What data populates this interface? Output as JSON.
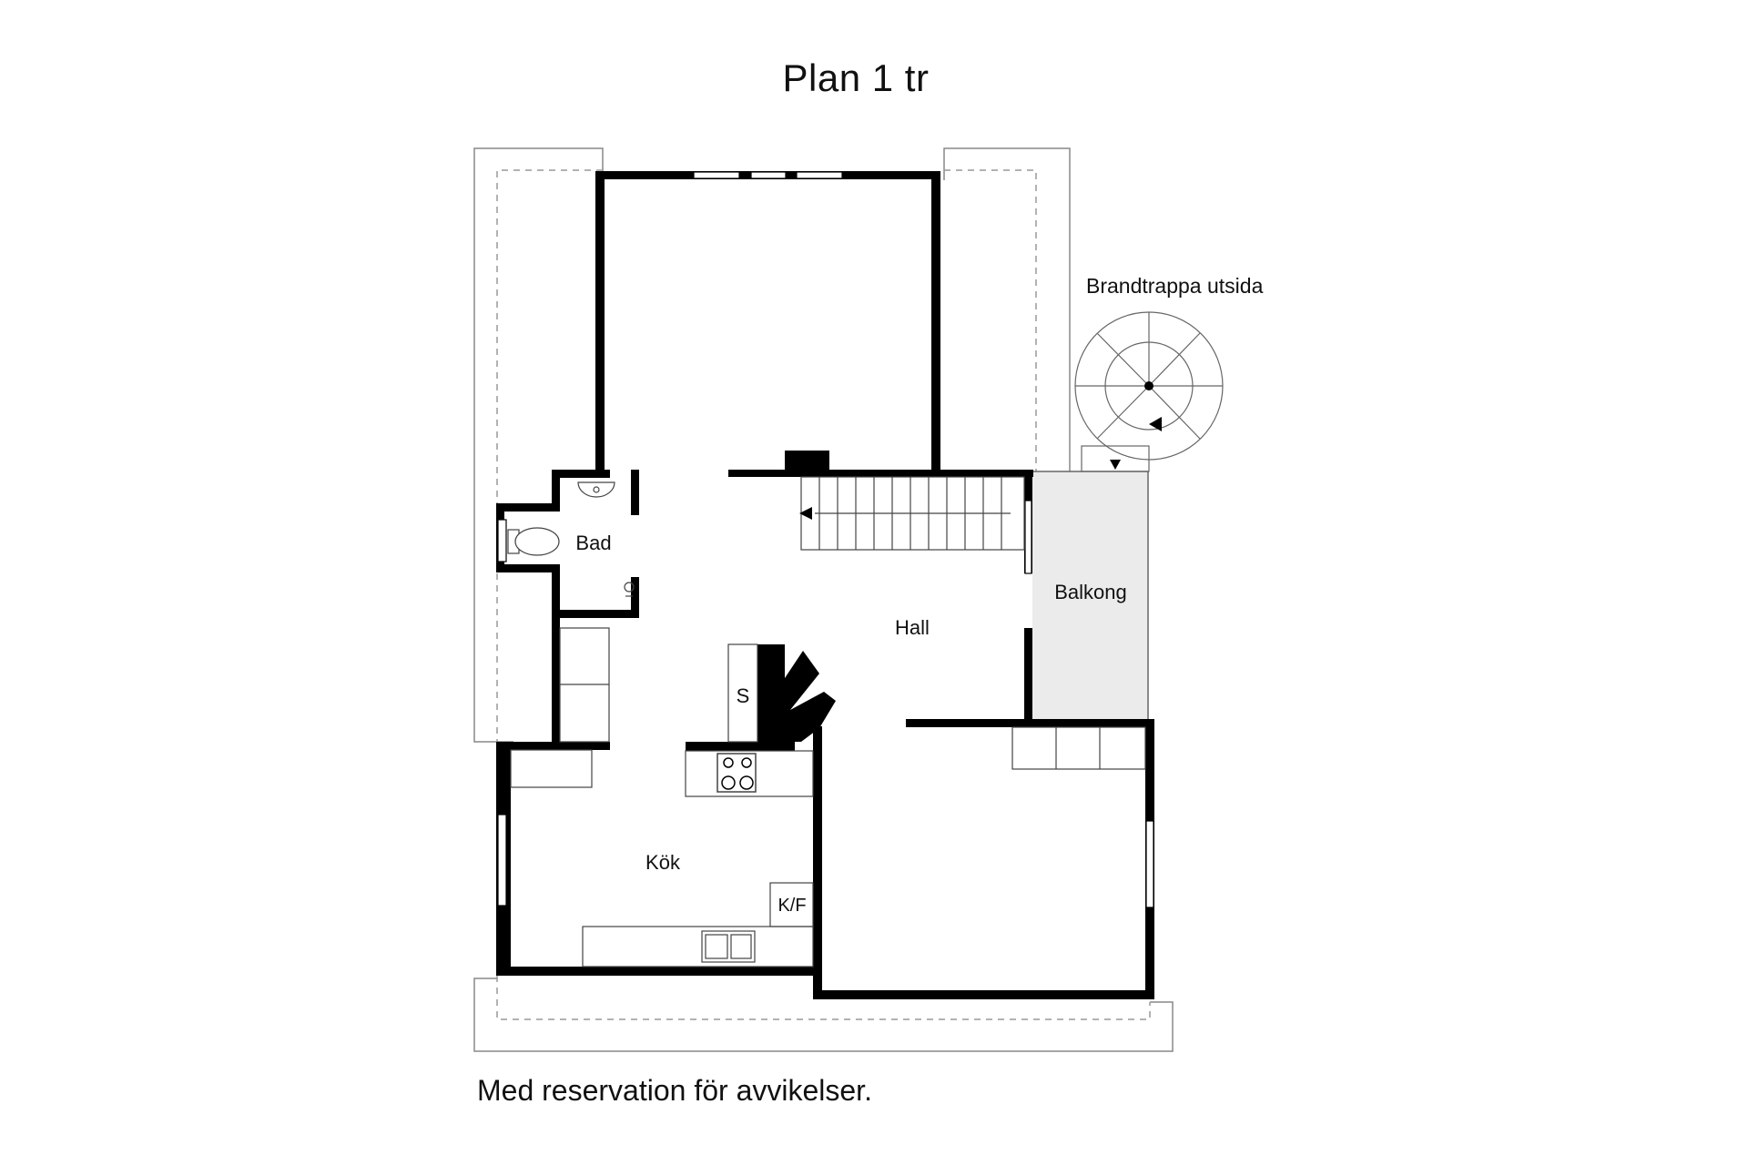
{
  "title": "Plan 1 tr",
  "disclaimer": "Med reservation för avvikelser.",
  "rooms": {
    "bad": "Bad",
    "hall": "Hall",
    "balkong": "Balkong",
    "kok": "Kök",
    "storage": "S",
    "kf": "K/F"
  },
  "annotations": {
    "fire_stairs": "Brandtrappa utsida"
  },
  "colors": {
    "wall": "#000000",
    "balcony_fill": "#ebebeb",
    "outline": "#888888"
  }
}
